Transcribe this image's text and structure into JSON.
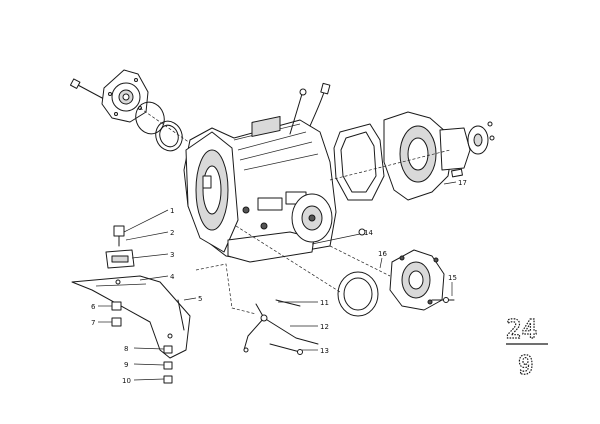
{
  "diagram": {
    "callouts": [
      {
        "id": "c1",
        "label": "1"
      },
      {
        "id": "c2",
        "label": "2"
      },
      {
        "id": "c3",
        "label": "3"
      },
      {
        "id": "c4",
        "label": "4"
      },
      {
        "id": "c5",
        "label": "5"
      },
      {
        "id": "c6",
        "label": "6"
      },
      {
        "id": "c7",
        "label": "7"
      },
      {
        "id": "c8",
        "label": "8"
      },
      {
        "id": "c9",
        "label": "9"
      },
      {
        "id": "c10",
        "label": "10"
      },
      {
        "id": "c11",
        "label": "11"
      },
      {
        "id": "c12",
        "label": "12"
      },
      {
        "id": "c13",
        "label": "13"
      },
      {
        "id": "c14",
        "label": "14"
      },
      {
        "id": "c15",
        "label": "15"
      },
      {
        "id": "c16",
        "label": "16"
      },
      {
        "id": "c17",
        "label": "17"
      }
    ],
    "group_number": "24",
    "sheet_number": "9"
  }
}
